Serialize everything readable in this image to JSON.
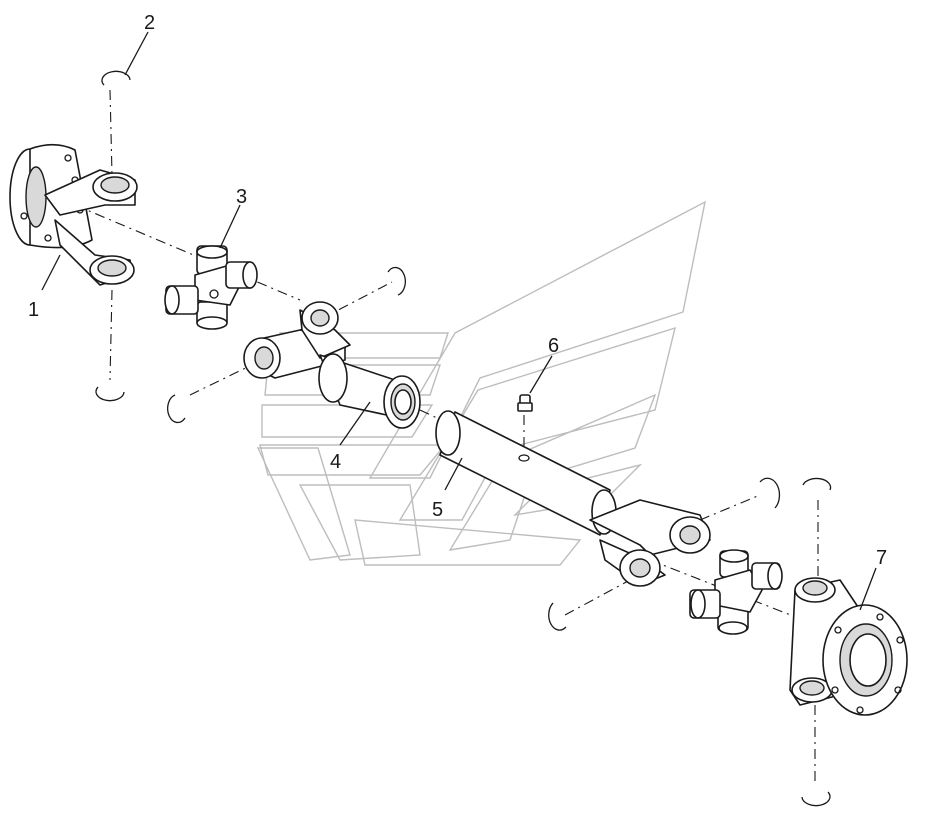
{
  "callouts": [
    {
      "id": "1",
      "label": "1"
    },
    {
      "id": "2",
      "label": "2"
    },
    {
      "id": "3",
      "label": "3"
    },
    {
      "id": "4",
      "label": "4"
    },
    {
      "id": "5",
      "label": "5"
    },
    {
      "id": "6",
      "label": "6"
    },
    {
      "id": "7",
      "label": "7"
    }
  ],
  "colors": {
    "line": "#1a1a1a",
    "watermark": "#bdbdbd",
    "shade": "#d9d9d9",
    "background": "#ffffff"
  }
}
